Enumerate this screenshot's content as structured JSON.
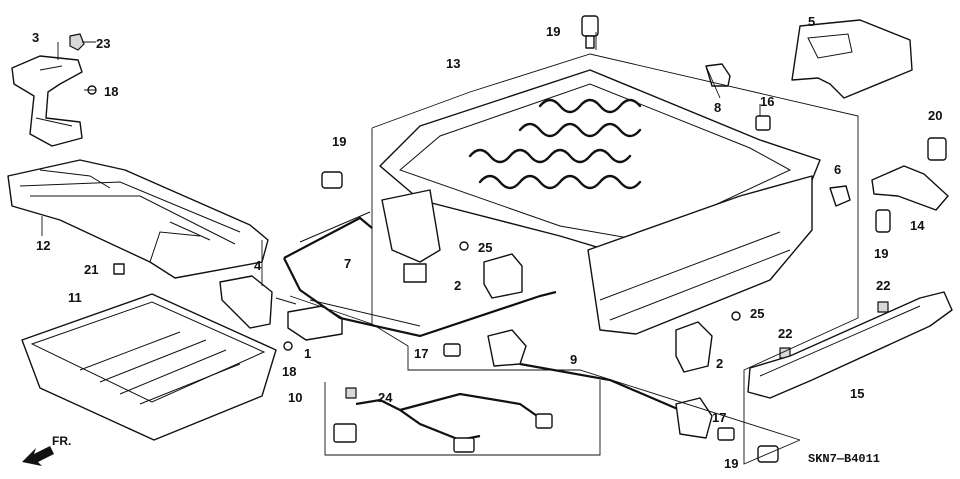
{
  "diagram": {
    "callouts": {
      "c1": "1",
      "c2a": "2",
      "c2b": "2",
      "c3": "3",
      "c4": "4",
      "c5": "5",
      "c6": "6",
      "c7": "7",
      "c8": "8",
      "c9": "9",
      "c10": "10",
      "c11": "11",
      "c12": "12",
      "c13": "13",
      "c14": "14",
      "c15": "15",
      "c16": "16",
      "c17a": "17",
      "c17b": "17",
      "c18a": "18",
      "c18b": "18",
      "c19a": "19",
      "c19b": "19",
      "c19c": "19",
      "c19d": "19",
      "c20": "20",
      "c21": "21",
      "c22a": "22",
      "c22b": "22",
      "c23": "23",
      "c24": "24",
      "c25a": "25",
      "c25b": "25"
    },
    "direction_label": "FR.",
    "diagram_code": "SKN7—B4011",
    "colors": {
      "ink": "#111111",
      "background": "#ffffff"
    }
  }
}
